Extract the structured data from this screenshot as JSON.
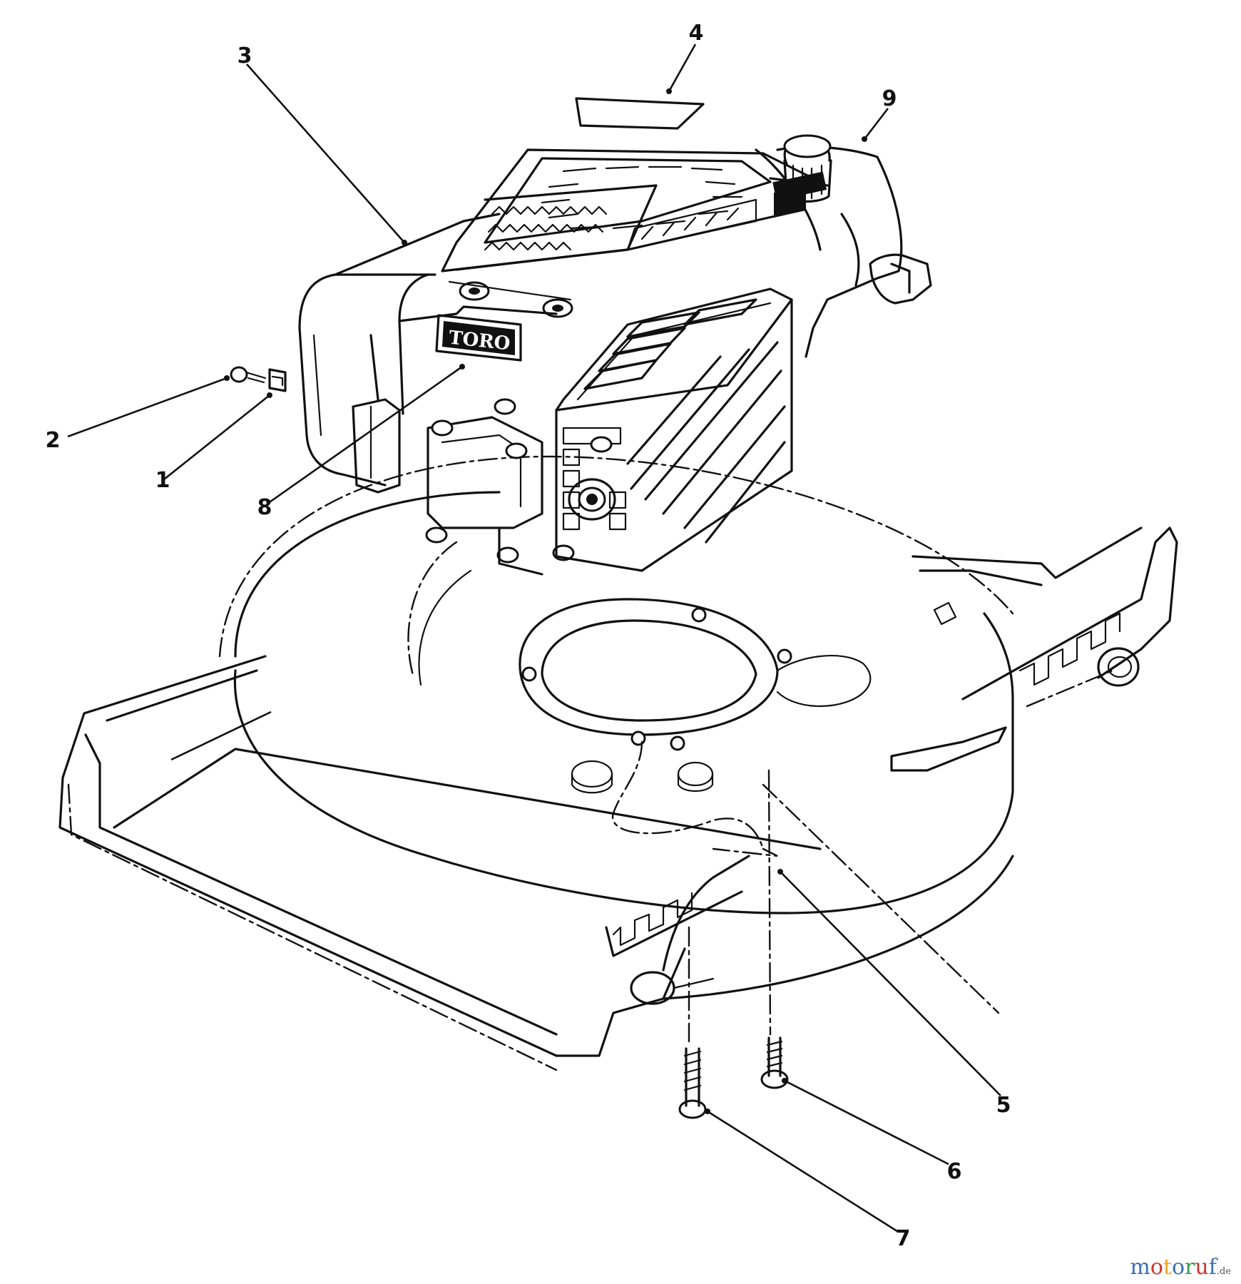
{
  "callouts": [
    {
      "id": "1",
      "label": "1"
    },
    {
      "id": "2",
      "label": "2"
    },
    {
      "id": "3",
      "label": "3"
    },
    {
      "id": "4",
      "label": "4"
    },
    {
      "id": "5",
      "label": "5"
    },
    {
      "id": "6",
      "label": "6"
    },
    {
      "id": "7",
      "label": "7"
    },
    {
      "id": "8",
      "label": "8"
    },
    {
      "id": "9",
      "label": "9"
    }
  ],
  "engine": {
    "brand_plate": "TORO"
  },
  "watermark": {
    "letters": [
      "m",
      "o",
      "t",
      "o",
      "r",
      "u",
      "f"
    ],
    "colors": [
      "#3b6fb6",
      "#d2322d",
      "#f0a41c",
      "#3b6fb6",
      "#2e9e48",
      "#d2322d",
      "#3b6fb6"
    ],
    "suffix": ".de"
  }
}
